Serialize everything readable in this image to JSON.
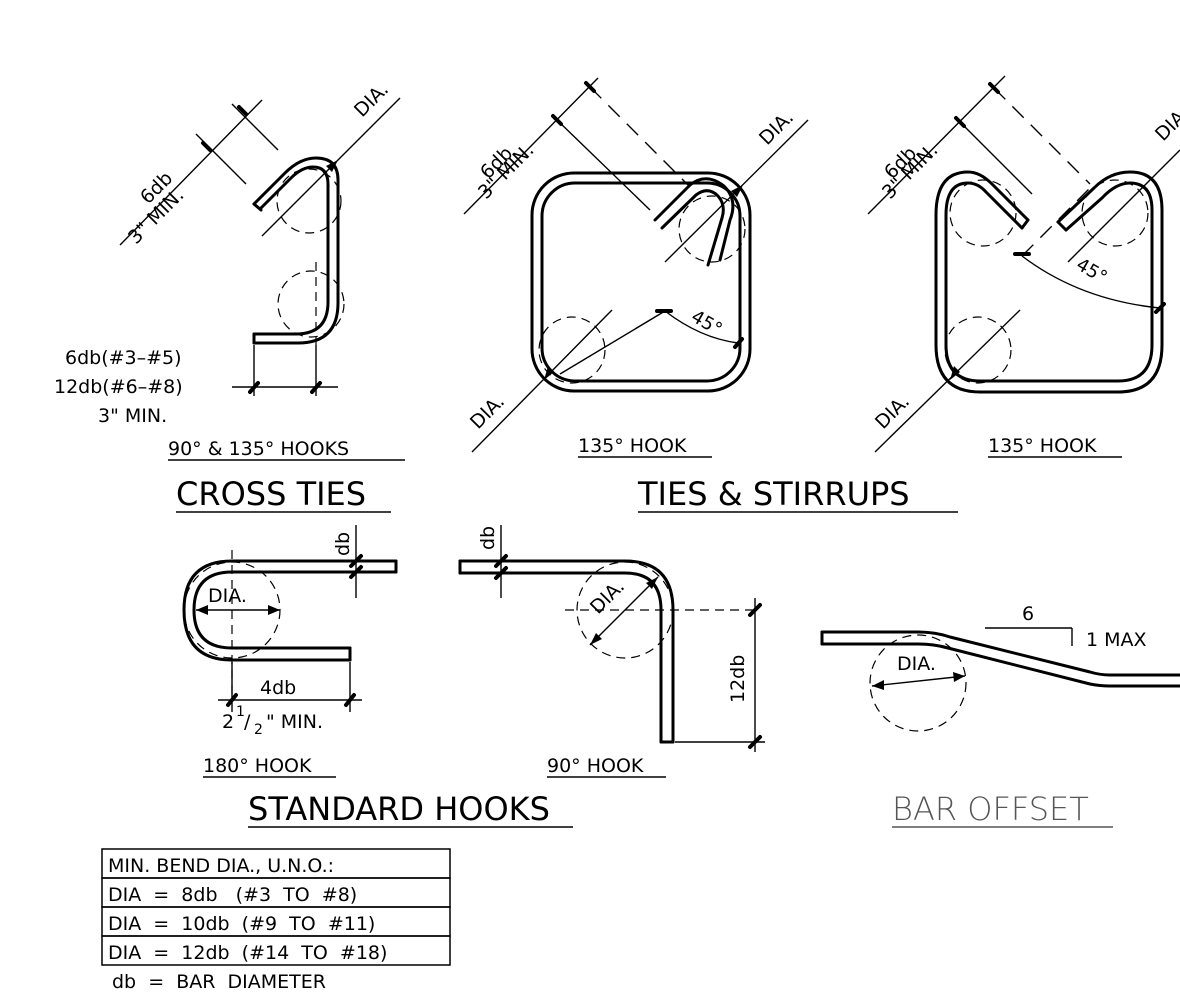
{
  "cross_ties": {
    "title": "CROSS TIES",
    "caption": "90° & 135° HOOKS",
    "ext_label": "6db",
    "ext_min": "3\" MIN.",
    "dia": "DIA.",
    "leg_label_1": "6db(#3–#5)",
    "leg_label_2": "12db(#6–#8)",
    "leg_label_3": "3\" MIN."
  },
  "ties_stirrups": {
    "title": "TIES & STIRRUPS",
    "hook1": {
      "caption": "135° HOOK",
      "ext_label": "6db",
      "ext_min": "3\" MIN.",
      "dia_top": "DIA.",
      "dia_bottom": "DIA.",
      "angle": "45°"
    },
    "hook2": {
      "caption": "135° HOOK",
      "ext_label": "6db",
      "ext_min": "3\" MIN.",
      "dia_top": "DIA",
      "dia_bottom": "DIA.",
      "angle": "45°"
    }
  },
  "standard_hooks": {
    "title": "STANDARD HOOKS",
    "hook180": {
      "caption": "180° HOOK",
      "dia": "DIA.",
      "db": "db",
      "ext_label": "4db",
      "ext_min_a": "2",
      "ext_min_b": "1",
      "ext_min_c": "/",
      "ext_min_d": "2",
      "ext_min_e": "\" MIN."
    },
    "hook90": {
      "caption": "90° HOOK",
      "dia": "DIA.",
      "db": "db",
      "ext_label": "12db"
    }
  },
  "bar_offset": {
    "title": "BAR OFFSET",
    "dia": "DIA.",
    "slope_run": "6",
    "slope_rise": "1 MAX"
  },
  "legend": {
    "header": "MIN. BEND DIA., U.N.O.:",
    "rows": [
      "DIA  =  8db   (#3  TO  #8)",
      "DIA  =  10db  (#9  TO  #11)",
      "DIA  =  12db  (#14  TO  #18)"
    ],
    "footnote": "db  =  BAR  DIAMETER"
  }
}
